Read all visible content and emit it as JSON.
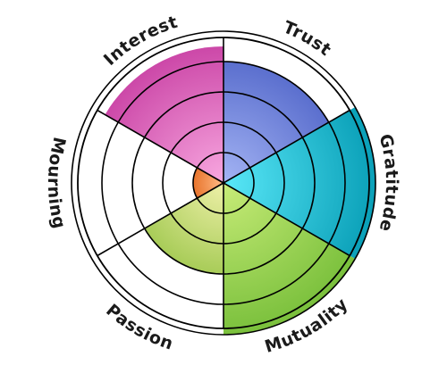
{
  "chart_data": {
    "type": "radial-bar",
    "max_rings": 5,
    "segments": [
      {
        "label": "Trust",
        "value": 4,
        "color_inner": "#a4b4f4",
        "color_outer": "#5b6fce"
      },
      {
        "label": "Gratitude",
        "value": 5,
        "color_inner": "#5ae8f8",
        "color_outer": "#0aa0b8"
      },
      {
        "label": "Mutuality",
        "value": 5,
        "color_inner": "#c8ec78",
        "color_outer": "#7ac03c"
      },
      {
        "label": "Passion",
        "value": 3,
        "color_inner": "#eef0a8",
        "color_outer": "#a8cc58"
      },
      {
        "label": "Mourning",
        "value": 1,
        "color_inner": "#ffbc88",
        "color_outer": "#e8742c"
      },
      {
        "label": "Interest",
        "value": 4.5,
        "color_inner": "#f8a8e0",
        "color_outer": "#cc48a8"
      }
    ]
  }
}
